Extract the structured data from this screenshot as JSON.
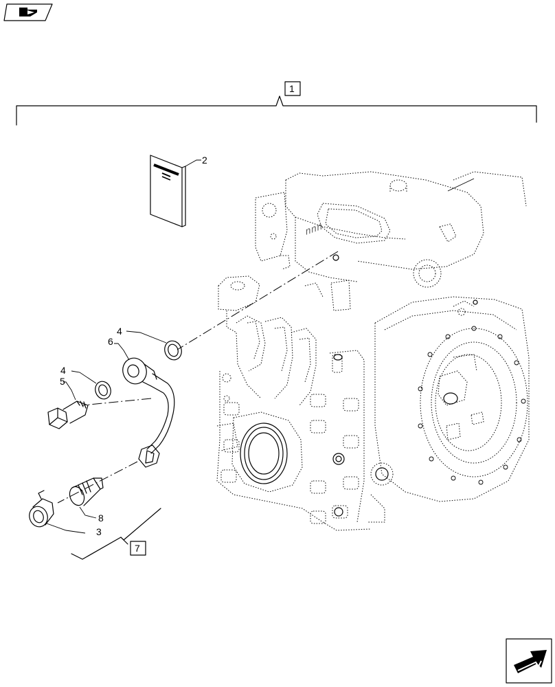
{
  "callouts": {
    "c1": "1",
    "c2": "2",
    "c3": "3",
    "c4a": "4",
    "c4b": "4",
    "c5": "5",
    "c6": "6",
    "c7": "7",
    "c8": "8"
  },
  "icons": {
    "top_left": "engine-badge-icon",
    "bottom_right": "next-page-arrow-icon"
  },
  "colors": {
    "line": "#000000",
    "background": "#ffffff"
  }
}
